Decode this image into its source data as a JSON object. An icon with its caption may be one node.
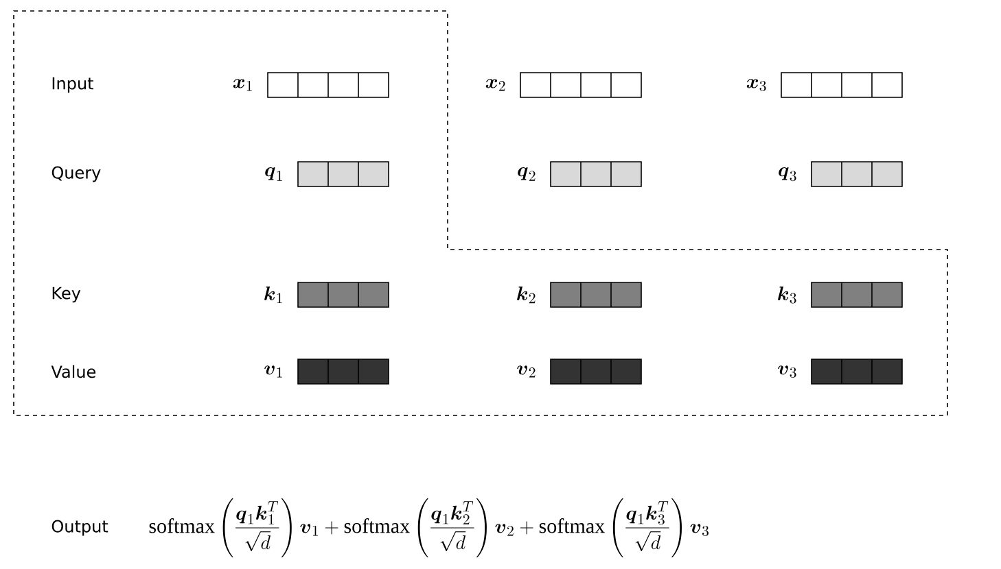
{
  "diagram": {
    "labels": [
      "Input",
      "\\boldsymbol{x}_1",
      "\\boldsymbol{x}_2",
      "\\boldsymbol{x}_3",
      "Query",
      "\\boldsymbol{q}_1",
      "\\boldsymbol{q}_2",
      "\\boldsymbol{q}_3",
      "Key",
      "\\boldsymbol{k}_1",
      "\\boldsymbol{k}_2",
      "\\boldsymbol{k}_3",
      "Value",
      "\\boldsymbol{v}_1",
      "\\boldsymbol{v}_2",
      "\\boldsymbol{v}_3",
      "Output",
      "\\mathrm{softmax}\\left(\\frac{\\boldsymbol{q}_1\\boldsymbol{k}_1^T}{\\sqrt{d}}\\right)\\boldsymbol{v}_1+\\mathrm{softmax}\\left(\\frac{\\boldsymbol{q}_1\\boldsymbol{k}_2^T}{\\sqrt{d}}\\right)\\boldsymbol{v}_2+\\mathrm{softmax}\\left(\\frac{\\boldsymbol{q}_1\\boldsymbol{k}_3^T}{\\sqrt{d}}\\right)\\boldsymbol{v}_3"
    ]
  }
}
